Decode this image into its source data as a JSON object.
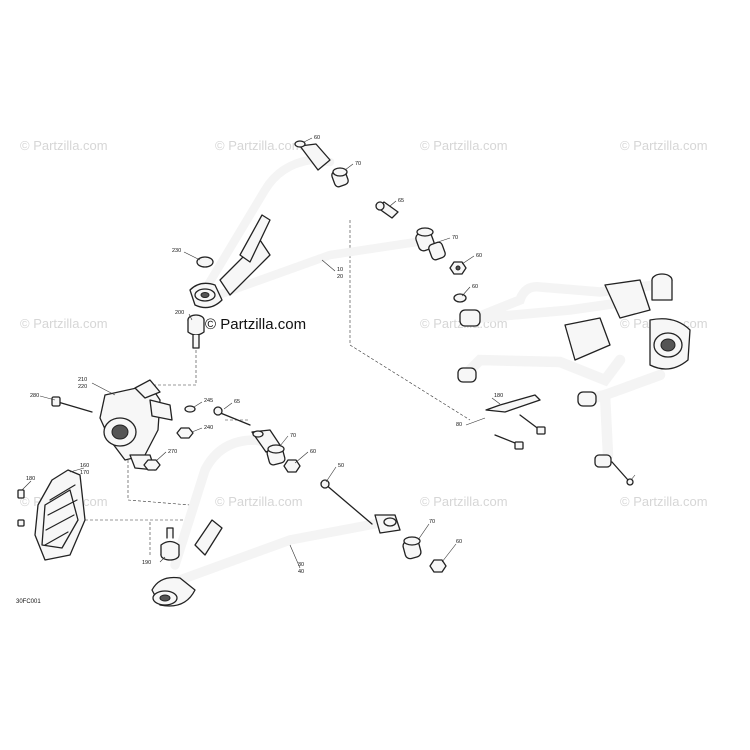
{
  "watermarks": {
    "text": "© Partzilla.com",
    "main": "© Partzilla.com"
  },
  "diagram_code": "30FC001",
  "callouts": {
    "c60a": "60",
    "c70a": "70",
    "c65a": "65",
    "c70b": "70",
    "c60b": "60",
    "c230": "230",
    "c10_20": [
      "10",
      "20"
    ],
    "c200": "200",
    "c60c": "60",
    "c210_220": [
      "210",
      "220"
    ],
    "c280": "280",
    "c245": "245",
    "c240": "240",
    "c65b": "65",
    "c270": "270",
    "c70c": "70",
    "c60d": "60",
    "c50": "50",
    "c180a": "180",
    "c160_170": [
      "160",
      "170"
    ],
    "c190": "190",
    "c30_40": [
      "30",
      "40"
    ],
    "c70d": "70",
    "c60e": "60",
    "c180b": "180",
    "c80": "80"
  }
}
